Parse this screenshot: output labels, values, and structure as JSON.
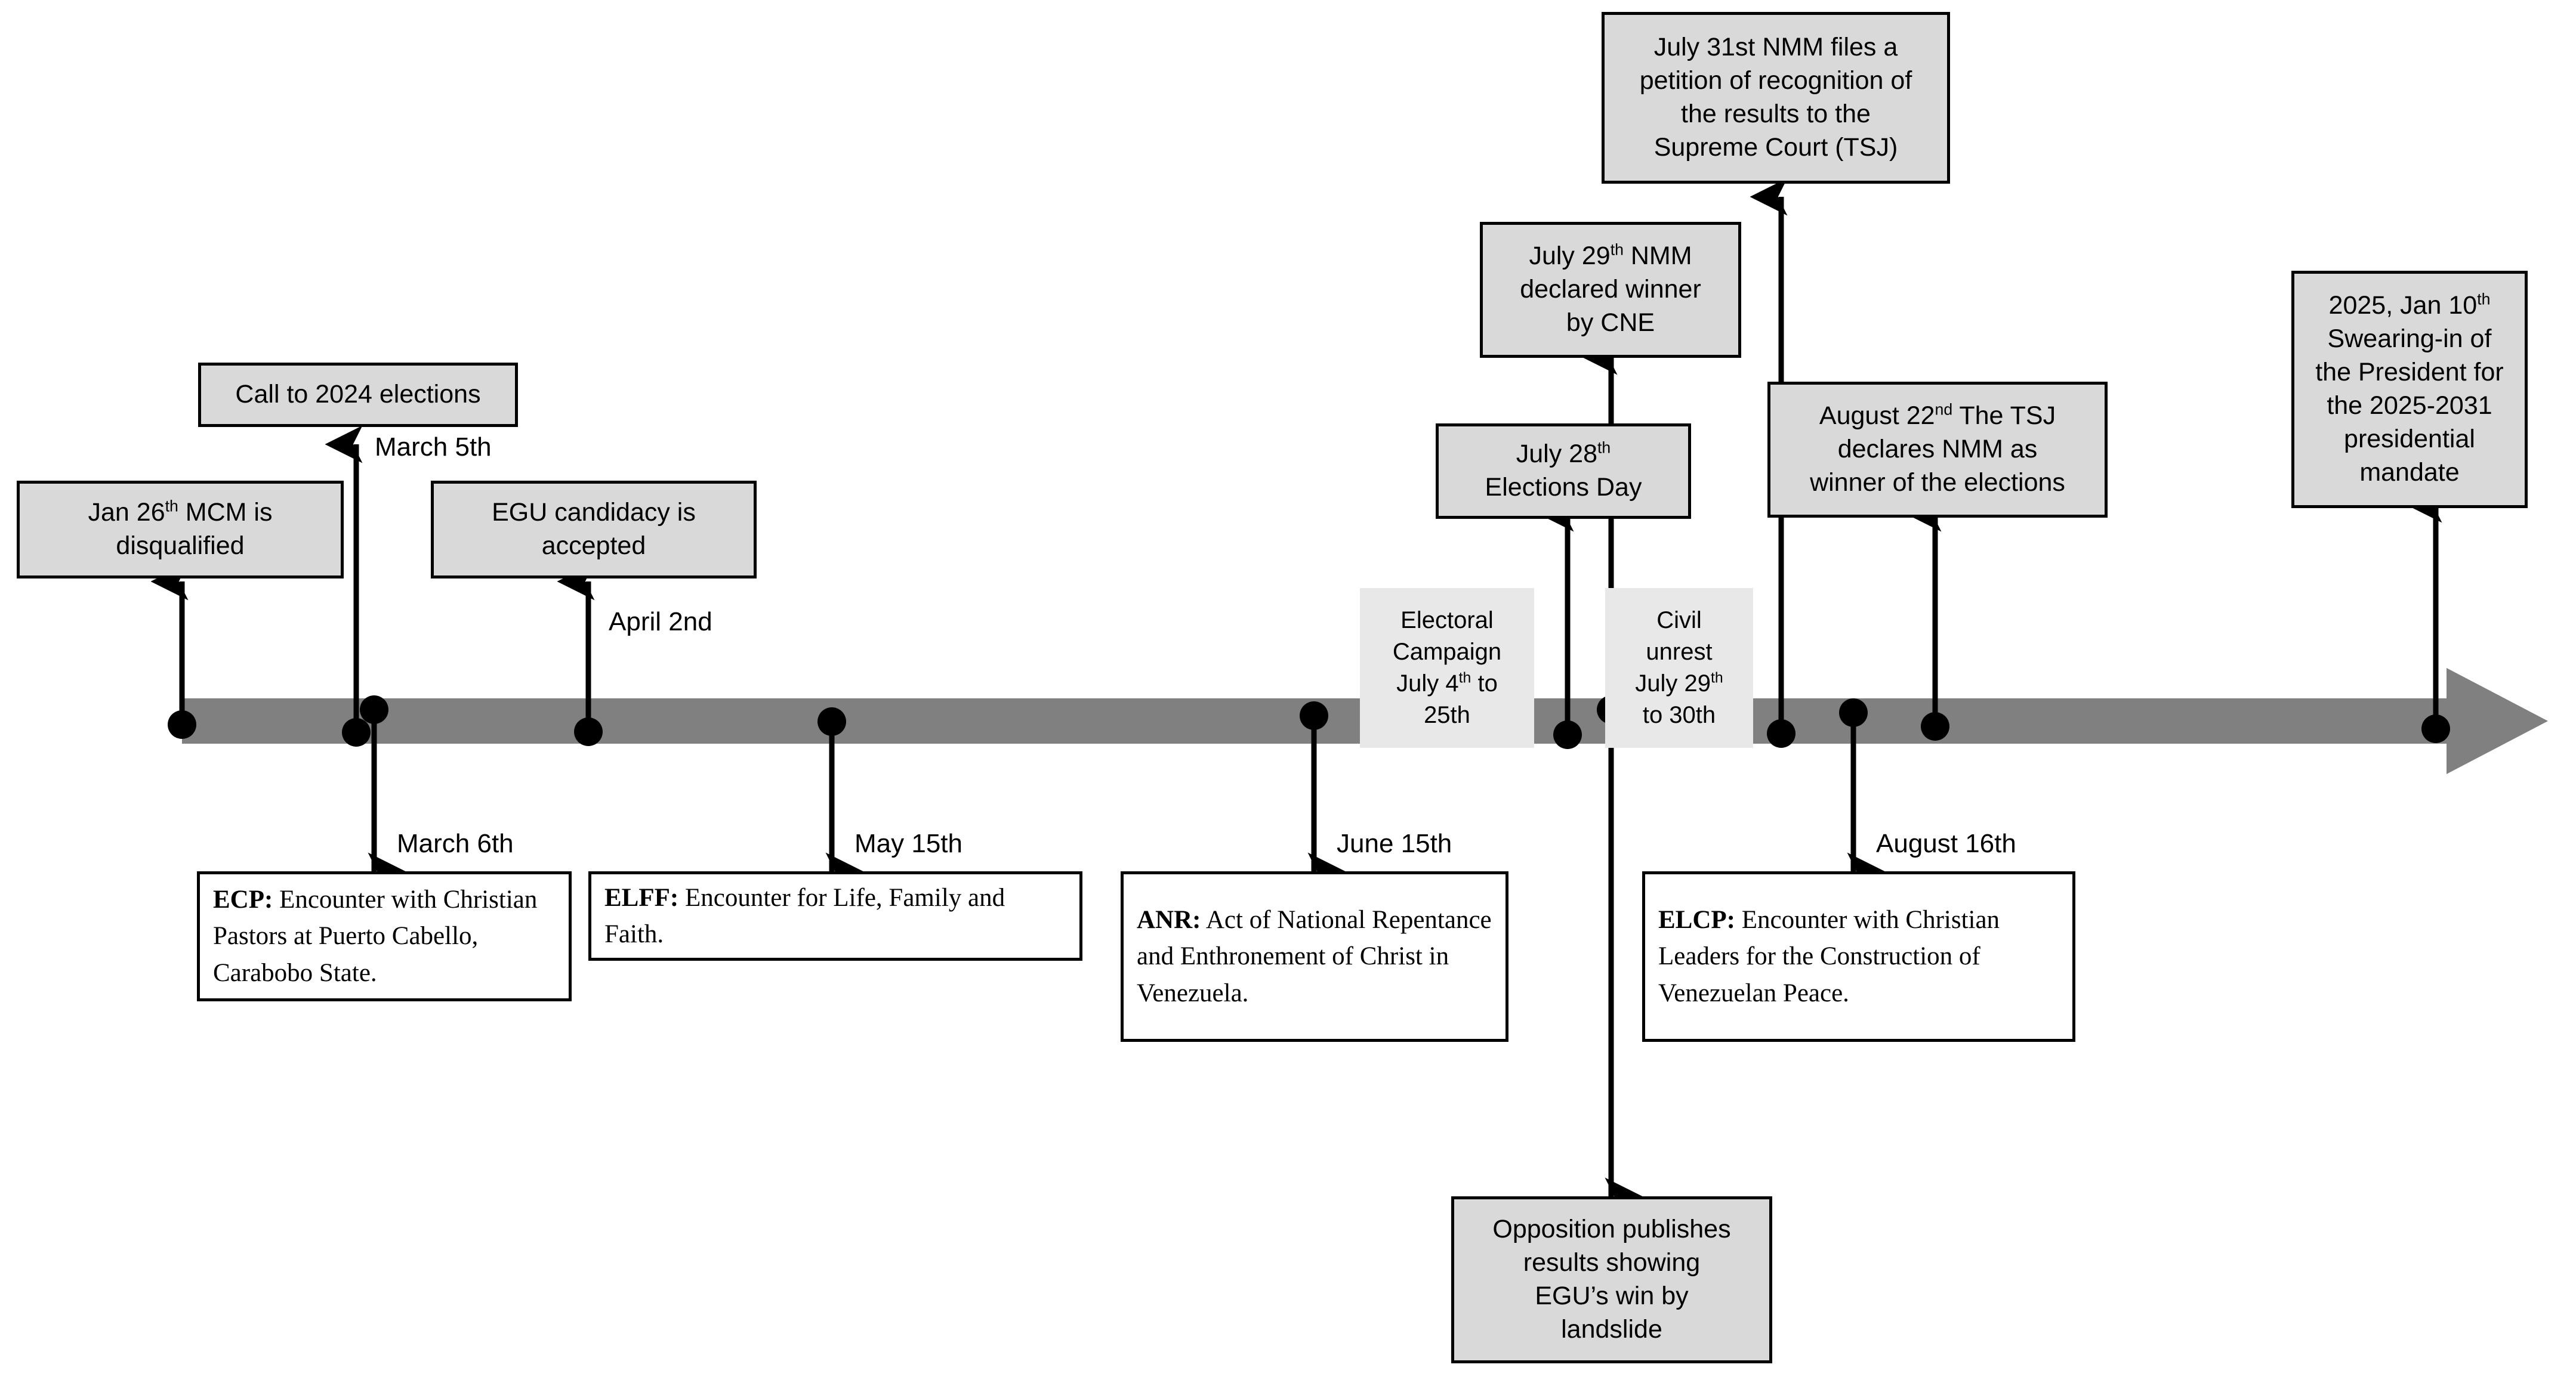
{
  "colors": {
    "bar": "#808080",
    "box_fill": "#d9d9d9",
    "bar_label_fill": "#e8e8e8",
    "stroke": "#000000",
    "serif_box_fill": "#ffffff"
  },
  "timeline": {
    "orientation": "horizontal",
    "direction": "left-to-right",
    "arrowhead": "right"
  },
  "boxes": {
    "jan26": {
      "lines": [
        "Jan 26th MCM is",
        "disqualified"
      ],
      "text": "Jan 26th MCM is disqualified"
    },
    "call2024": {
      "lines": [
        "Call to 2024 elections"
      ],
      "text": "Call to 2024 elections"
    },
    "egu": {
      "lines": [
        "EGU candidacy is",
        "accepted"
      ],
      "text": "EGU candidacy is accepted"
    },
    "campaign": {
      "lines": [
        "Electoral",
        "Campaign",
        "July 4th to",
        "25th"
      ],
      "text": "Electoral Campaign July 4th to 25th"
    },
    "unrest": {
      "lines": [
        "Civil",
        "unrest",
        "July 29th",
        "to 30th"
      ],
      "text": "Civil unrest July 29th to 30th"
    },
    "july28": {
      "lines": [
        "July 28th",
        "Elections Day"
      ],
      "text": "July 28th Elections Day"
    },
    "july29": {
      "lines": [
        "July 29th NMM",
        "declared winner",
        "by CNE"
      ],
      "text": "July 29th NMM declared winner by CNE"
    },
    "july31": {
      "lines": [
        "July 31st NMM files a",
        "petition of recognition of",
        "the results to the",
        "Supreme Court (TSJ)"
      ],
      "text": "July 31st NMM files a petition of recognition of the results to the Supreme Court (TSJ)"
    },
    "aug22": {
      "lines": [
        "August 22nd The TSJ",
        "declares NMM as",
        "winner of the elections"
      ],
      "text": "August 22nd The TSJ declares NMM as winner of the elections"
    },
    "jan2025": {
      "lines": [
        "2025, Jan 10th",
        "Swearing-in of",
        "the President for",
        "the 2025-2031",
        "presidential",
        "mandate"
      ],
      "text": "2025, Jan 10th Swearing-in of the President for the 2025-2031 presidential mandate"
    },
    "opposition": {
      "lines": [
        "Opposition publishes",
        "results showing",
        "EGU’s win by",
        "landslide"
      ],
      "text": "Opposition publishes results showing EGU’s win by landslide"
    }
  },
  "event_boxes": {
    "ecp": {
      "abbr": "ECP:",
      "text": " Encounter with Christian Pastors at Puerto Cabello, Carabobo State."
    },
    "elff": {
      "abbr": "ELFF:",
      "text": " Encounter for Life, Family and Faith."
    },
    "anr": {
      "abbr": "ANR:",
      "text": " Act of National Repentance and Enthronement of Christ in Venezuela."
    },
    "elcp": {
      "abbr": "ELCP:",
      "text": " Encounter with Christian Leaders for the Construction of Venezuelan Peace."
    }
  },
  "date_labels": {
    "march5": "March 5th",
    "march6": "March 6th",
    "april2": "April 2nd",
    "may15": "May 15th",
    "june15": "June 15th",
    "august16": "August 16th"
  },
  "chart_data": {
    "type": "timeline",
    "title": "",
    "axis": {
      "start": "Jan 2024",
      "end": "Jan 2025",
      "arrow": "right"
    },
    "events": [
      {
        "date": "Jan 26th",
        "label": "MCM is disqualified",
        "side": "above",
        "style": "grey-box"
      },
      {
        "date": "March 5th",
        "label": "Call to 2024 elections",
        "side": "above",
        "style": "grey-box"
      },
      {
        "date": "March 6th",
        "label": "ECP: Encounter with Christian Pastors at Puerto Cabello, Carabobo State.",
        "side": "below",
        "style": "white-box"
      },
      {
        "date": "April 2nd",
        "label": "EGU candidacy is accepted",
        "side": "above",
        "style": "grey-box"
      },
      {
        "date": "May 15th",
        "label": "ELFF: Encounter for Life, Family and Faith.",
        "side": "below",
        "style": "white-box"
      },
      {
        "date": "June 15th",
        "label": "ANR: Act of National Repentance and Enthronement of Christ in Venezuela.",
        "side": "below",
        "style": "white-box"
      },
      {
        "date": "July 4th to 25th",
        "label": "Electoral Campaign",
        "side": "on-axis",
        "style": "span-label"
      },
      {
        "date": "July 28th",
        "label": "Elections Day",
        "side": "above",
        "style": "grey-box"
      },
      {
        "date": "July 28th",
        "label": "Opposition publishes results showing EGU’s win by landslide",
        "side": "below",
        "style": "grey-box"
      },
      {
        "date": "July 29th",
        "label": "NMM declared winner by CNE",
        "side": "above",
        "style": "grey-box"
      },
      {
        "date": "July 29th to 30th",
        "label": "Civil unrest",
        "side": "on-axis",
        "style": "span-label"
      },
      {
        "date": "July 31st",
        "label": "NMM files a petition of recognition of the results to the Supreme Court (TSJ)",
        "side": "above",
        "style": "grey-box"
      },
      {
        "date": "August 16th",
        "label": "ELCP: Encounter with Christian Leaders for the Construction of Venezuelan Peace.",
        "side": "below",
        "style": "white-box"
      },
      {
        "date": "August 22nd",
        "label": "The TSJ declares NMM as winner of the elections",
        "side": "above",
        "style": "grey-box"
      },
      {
        "date": "2025, Jan 10th",
        "label": "Swearing-in of the President for the 2025-2031 presidential mandate",
        "side": "above",
        "style": "grey-box"
      }
    ]
  }
}
